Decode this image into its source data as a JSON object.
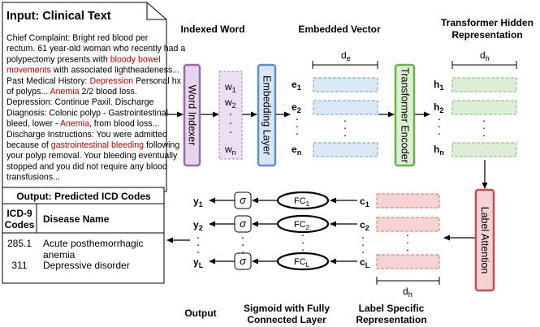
{
  "colors": {
    "word_indexer_fill": "#e6d6ec",
    "word_indexer_stroke": "#9b6aae",
    "embedding_layer_fill": "#d7e6f6",
    "embedding_layer_stroke": "#5a8fc8",
    "transformer_fill": "#ddefd3",
    "transformer_stroke": "#6ab04c",
    "label_attention_fill": "#f6d2d2",
    "label_attention_stroke": "#c0504d",
    "embedded_cell_fill": "#dbe8f7",
    "embedded_cell_stroke": "#6d9bd1",
    "hidden_cell_fill": "#dcefd4",
    "hidden_cell_stroke": "#82b86a",
    "label_cell_fill": "#f7d3d3",
    "label_cell_stroke": "#d07070",
    "word_column_fill": "#ecdff2",
    "word_column_stroke": "#a783b8",
    "highlight_text": "#c00000"
  },
  "input": {
    "title": "Input: Clinical Text",
    "lines": [
      [
        {
          "t": "Chief Complaint: Bright red blood per"
        }
      ],
      [
        {
          "t": "rectum. 61 year-old woman who recently had a"
        }
      ],
      [
        {
          "t": "polypectomy presents with "
        },
        {
          "t": "bloody bowel",
          "hl": true
        }
      ],
      [
        {
          "t": "movements",
          "hl": true
        },
        {
          "t": " with associated lightheadeness..."
        }
      ],
      [
        {
          "t": "Past Medical History: "
        },
        {
          "t": "Depression",
          "hl": true
        },
        {
          "t": " Personal hx"
        }
      ],
      [
        {
          "t": "of polyps... "
        },
        {
          "t": "Anemia",
          "hl": true
        },
        {
          "t": " 2/2 blood loss."
        }
      ],
      [
        {
          "t": "Depression: Continue Paxil. Discharge"
        }
      ],
      [
        {
          "t": "Diagnosis: Colonic polyp - Gastrointestinal"
        }
      ],
      [
        {
          "t": "bleed, lower - "
        },
        {
          "t": "Anemia",
          "hl": true
        },
        {
          "t": ", from blood loss..."
        }
      ],
      [
        {
          "t": "Discharge Instructions: You were admitted"
        }
      ],
      [
        {
          "t": "because of "
        },
        {
          "t": "gastrointestinal bleeding",
          "hl": true
        },
        {
          "t": " following"
        }
      ],
      [
        {
          "t": "your polyp removal.  Your bleeding eventually"
        }
      ],
      [
        {
          "t": "stopped and you did not require any blood"
        }
      ],
      [
        {
          "t": "transfusions..."
        }
      ]
    ]
  },
  "headers": {
    "indexed_word": "Indexed Word",
    "embedded_vector": "Embedded Vector",
    "transformer_hidden_1": "Transformer Hidden",
    "transformer_hidden_2": "Representation",
    "output": "Output",
    "sigmoid_1": "Sigmoid with Fully",
    "sigmoid_2": "Connected Layer",
    "label_specific_1": "Label Specific",
    "label_specific_2": "Representation"
  },
  "blocks": {
    "word_indexer": "Word Indexer",
    "embedding_layer": "Embedding Layer",
    "transformer_encoder": "Transformer Encoder",
    "label_attention": "Label Attention"
  },
  "words": [
    {
      "base": "w",
      "sub": "1"
    },
    {
      "base": "w",
      "sub": "2"
    },
    {
      "base": "w",
      "sub": "n"
    }
  ],
  "embedded": {
    "dim_base": "d",
    "dim_sub": "e",
    "labels": [
      {
        "base": "e",
        "sub": "1"
      },
      {
        "base": "e",
        "sub": "2"
      },
      {
        "base": "e",
        "sub": "n"
      }
    ]
  },
  "hidden": {
    "dim_base": "d",
    "dim_sub": "h",
    "labels": [
      {
        "base": "h",
        "sub": "1"
      },
      {
        "base": "h",
        "sub": "2"
      },
      {
        "base": "h",
        "sub": "n"
      }
    ]
  },
  "label_specific": {
    "dim_base": "d",
    "dim_sub": "h",
    "labels": [
      {
        "base": "c",
        "sub": "1"
      },
      {
        "base": "c",
        "sub": "2"
      },
      {
        "base": "c",
        "sub": "L"
      }
    ]
  },
  "fc": {
    "labels": [
      {
        "base": "FC",
        "sub": "1"
      },
      {
        "base": "FC",
        "sub": "2"
      },
      {
        "base": "FC",
        "sub": "L"
      }
    ],
    "sigma": "σ"
  },
  "outputs": {
    "labels": [
      {
        "base": "y",
        "sub": "1"
      },
      {
        "base": "y",
        "sub": "2"
      },
      {
        "base": "y",
        "sub": "L"
      }
    ]
  },
  "predicted": {
    "title": "Output: Predicted ICD Codes",
    "col1_line1": "ICD-9",
    "col1_line2": "Codes",
    "col2": "Disease Name",
    "rows": [
      {
        "code": "285.1",
        "name_line1": "Acute posthemorrhagic",
        "name_line2": "anemia"
      },
      {
        "code": "311",
        "name_line1": "Depressive disorder",
        "name_line2": ""
      }
    ]
  },
  "ellipsis": "·"
}
